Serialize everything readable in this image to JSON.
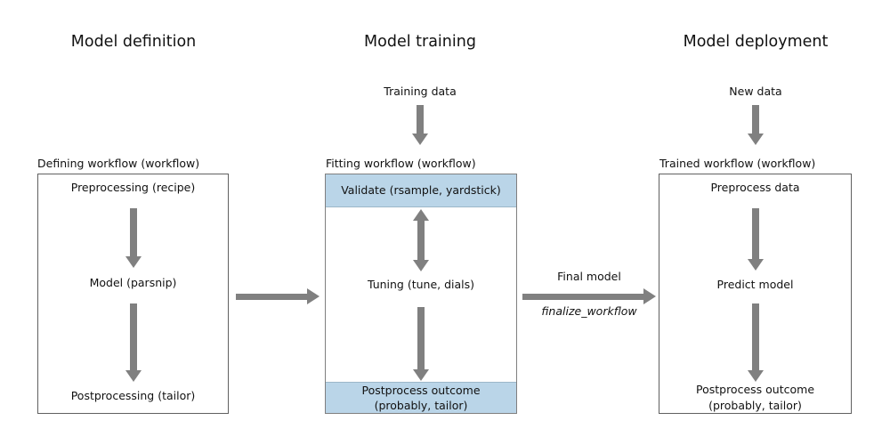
{
  "columns": {
    "definition": {
      "title": "Model definition",
      "box_label": "Defining workflow (workflow)",
      "items": [
        "Preprocessing (recipe)",
        "Model (parsnip)",
        "Postprocessing (tailor)"
      ]
    },
    "training": {
      "title": "Model training",
      "input_label": "Training data",
      "box_label": "Fitting workflow (workflow)",
      "band_top": "Validate (rsample, yardstick)",
      "middle": "Tuning (tune, dials)",
      "band_bottom_line1": "Postprocess outcome",
      "band_bottom_line2": "(probably, tailor)"
    },
    "deployment": {
      "title": "Model deployment",
      "input_label": "New data",
      "box_label": "Trained workflow (workflow)",
      "items": [
        "Preprocess data",
        "Predict model"
      ],
      "bottom_line1": "Postprocess outcome",
      "bottom_line2": "(probably, tailor)"
    }
  },
  "connectors": {
    "final_model_label": "Final model",
    "finalize_function_label": "finalize_workflow"
  },
  "colors": {
    "background": "#ffffff",
    "arrow_gray": "#808080",
    "band_fill": "#bad5e8",
    "band_edge": "#9db7c9",
    "box_border": "#606060",
    "mid_box_border": "#7f7f7f",
    "text": "#111111"
  }
}
